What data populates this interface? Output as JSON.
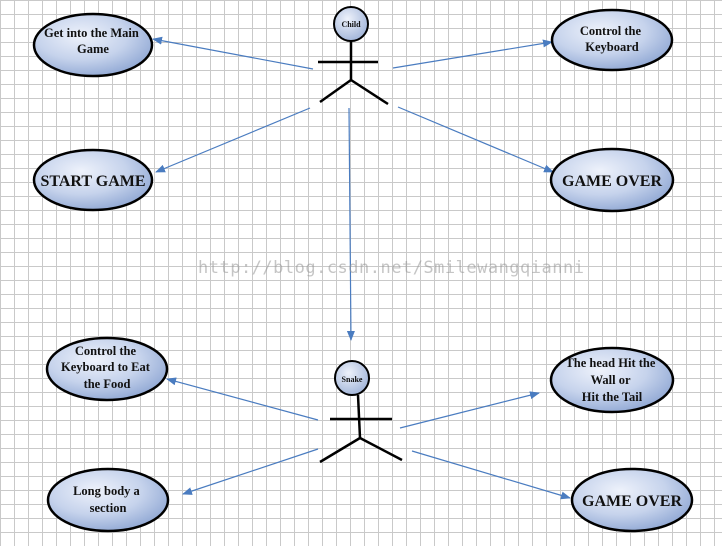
{
  "actors": {
    "child": "Child",
    "snake": "Snake"
  },
  "use_cases": {
    "main_game": [
      "Get into the Main",
      "Game"
    ],
    "control_keyboard": [
      "Control the",
      "Keyboard"
    ],
    "start_game": [
      "START GAME"
    ],
    "game_over_top": [
      "GAME OVER"
    ],
    "eat_food": [
      "Control the",
      "Keyboard to Eat",
      "the Food"
    ],
    "hit_wall": [
      "The head Hit the",
      "Wall or",
      "Hit the Tail"
    ],
    "long_body": [
      "Long body a",
      "section"
    ],
    "game_over_bottom": [
      "GAME OVER"
    ]
  },
  "watermark": "http://blog.csdn.net/Smilewangqianni",
  "colors": {
    "ellipse_fill_light": "#e6ecf8",
    "ellipse_fill_dark": "#9fb3d8",
    "arrow": "#4a7cc0",
    "stroke": "#000000"
  }
}
